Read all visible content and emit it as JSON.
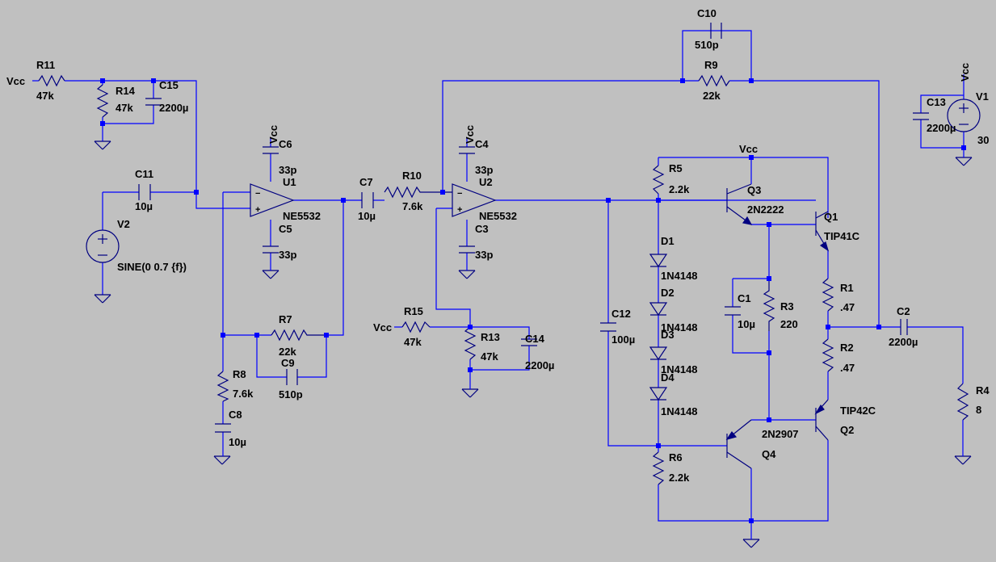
{
  "labels": {
    "r11": "R11",
    "r11_val": "47k",
    "vcc_1": "Vcc",
    "r14": "R14",
    "r14_val": "47k",
    "c15": "C15",
    "c15_val": "2200µ",
    "c11": "C11",
    "c11_val": "10µ",
    "v2": "V2",
    "v2_val": "SINE(0 0.7 {f})",
    "c6": "C6",
    "c6_val": "33p",
    "vcc_u1": "Vcc",
    "u1": "U1",
    "u1_part": "NE5532",
    "c5": "C5",
    "c5_val": "33p",
    "r7": "R7",
    "r7_val": "22k",
    "c9": "C9",
    "c9_val": "510p",
    "r8": "R8",
    "r8_val": "7.6k",
    "c8": "C8",
    "c8_val": "10µ",
    "c7": "C7",
    "c7_val": "10µ",
    "r10": "R10",
    "r10_val": "7.6k",
    "c4": "C4",
    "c4_val": "33p",
    "vcc_u2": "Vcc",
    "u2": "U2",
    "u2_part": "NE5532",
    "c3": "C3",
    "c3_val": "33p",
    "r15": "R15",
    "r15_val": "47k",
    "vcc_2": "Vcc",
    "r13": "R13",
    "r13_val": "47k",
    "c14": "C14",
    "c14_val": "2200µ",
    "c10": "C10",
    "c10_val": "510p",
    "r9": "R9",
    "r9_val": "22k",
    "vcc_out": "Vcc",
    "r5": "R5",
    "r5_val": "2.2k",
    "q3": "Q3",
    "q3_part": "2N2222",
    "q1": "Q1",
    "q1_part": "TIP41C",
    "d1": "D1",
    "d1_part": "1N4148",
    "d2": "D2",
    "d2_part": "1N4148",
    "d3": "D3",
    "d3_part": "1N4148",
    "d4": "D4",
    "d4_part": "1N4148",
    "c12": "C12",
    "c12_val": "100µ",
    "c1": "C1",
    "c1_val": "10µ",
    "r3": "R3",
    "r3_val": "220",
    "r1": "R1",
    "r1_val": ".47",
    "r2": "R2",
    "r2_val": ".47",
    "c2": "C2",
    "c2_val": "2200µ",
    "r4": "R4",
    "r4_val": "8",
    "q2": "Q2",
    "q2_part": "TIP42C",
    "q4": "Q4",
    "q4_part": "2N2907",
    "r6": "R6",
    "r6_val": "2.2k",
    "c13": "C13",
    "c13_val": "2200µ",
    "v1": "V1",
    "v1_val": "30",
    "vcc_v1": "Vcc"
  },
  "colors": {
    "background": "#c0c0c0",
    "wire": "#0000ff",
    "component": "#000080",
    "text": "#000000"
  }
}
